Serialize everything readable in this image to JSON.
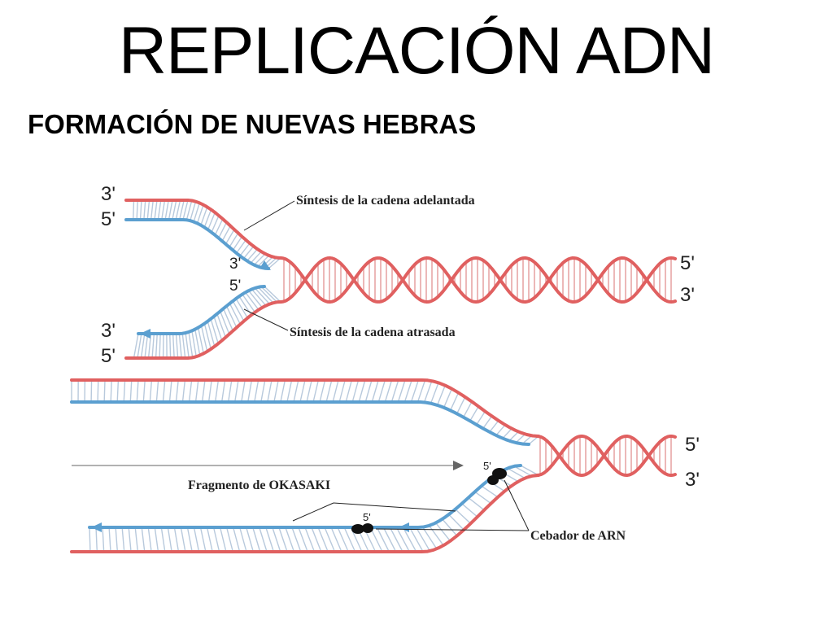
{
  "title": "REPLICACIÓN ADN",
  "subtitle": "FORMACIÓN DE NUEVAS HEBRAS",
  "diagram_top": {
    "left_ends": [
      "3'",
      "5'",
      "3'",
      "5'"
    ],
    "fork_ends": [
      "3'",
      "5'"
    ],
    "right_ends": [
      "5'",
      "3'"
    ],
    "label_leading": "Síntesis de la cadena adelantada",
    "label_lagging": "Síntesis de la cadena atrasada"
  },
  "diagram_bottom": {
    "right_ends": [
      "5'",
      "3'"
    ],
    "primer_ends": [
      "5'",
      "5'"
    ],
    "label_okazaki": "Fragmento de OKASAKI",
    "label_primer": "Cebador de ARN"
  },
  "colors": {
    "parental_strand": "#e06060",
    "new_strand": "#5b9fd0",
    "text": "#222222"
  }
}
